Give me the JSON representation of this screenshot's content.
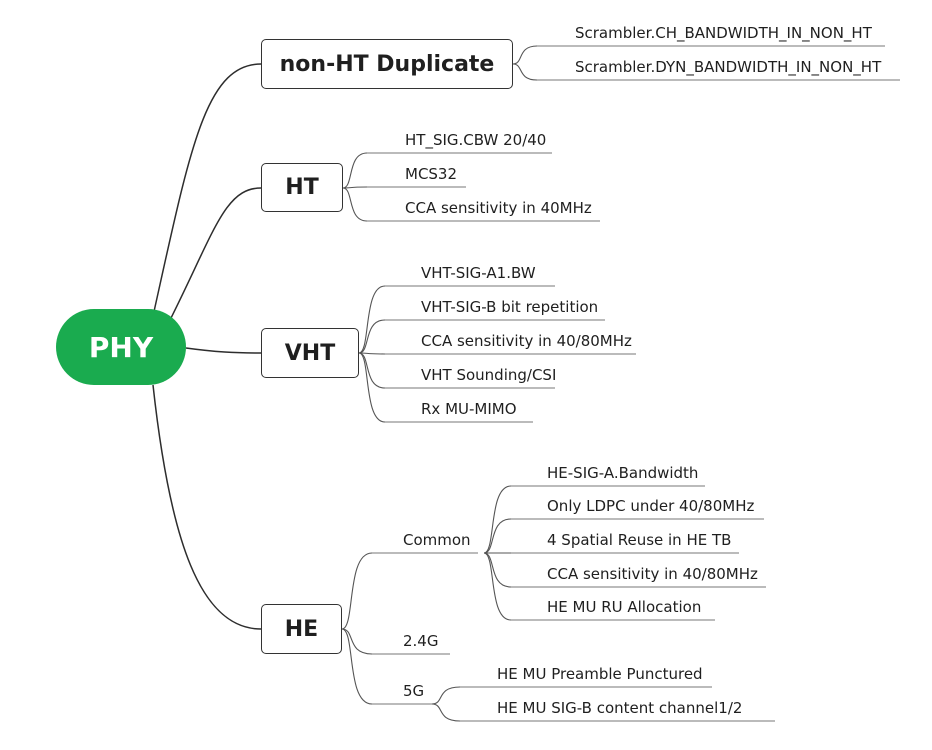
{
  "colors": {
    "root_fill": "#1aab4f",
    "line": "#2d2d2d"
  },
  "root": {
    "label": "PHY"
  },
  "branches": [
    {
      "label": "non-HT Duplicate",
      "items": [
        "Scrambler.CH_BANDWIDTH_IN_NON_HT",
        "Scrambler.DYN_BANDWIDTH_IN_NON_HT"
      ]
    },
    {
      "label": "HT",
      "items": [
        "HT_SIG.CBW 20/40",
        "MCS32",
        "CCA sensitivity in 40MHz"
      ]
    },
    {
      "label": "VHT",
      "items": [
        "VHT-SIG-A1.BW",
        "VHT-SIG-B bit repetition",
        "CCA sensitivity in 40/80MHz",
        "VHT Sounding/CSI",
        "Rx MU-MIMO"
      ]
    },
    {
      "label": "HE",
      "groups": [
        {
          "label": "Common",
          "items": [
            "HE-SIG-A.Bandwidth",
            "Only LDPC under 40/80MHz",
            "4 Spatial Reuse in HE TB",
            "CCA sensitivity in 40/80MHz",
            "HE MU RU Allocation"
          ]
        },
        {
          "label": "2.4G",
          "items": []
        },
        {
          "label": "5G",
          "items": [
            "HE MU Preamble Punctured",
            "HE MU SIG-B content channel1/2"
          ]
        }
      ]
    }
  ]
}
